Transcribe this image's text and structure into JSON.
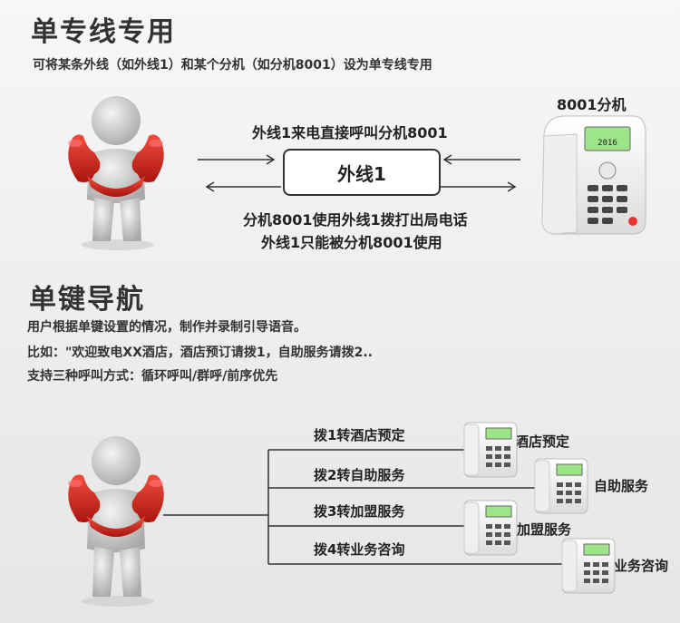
{
  "section1": {
    "title": "单专线专用",
    "desc": "可将某条外线（如外线1）和某个分机（如分机8001）设为单专线专用",
    "phone_label": "8001分机",
    "line_label": "外线1",
    "top_caption": "外线1来电直接呼叫分机8001",
    "bottom_caption_1": "分机8001使用外线1拨打出局电话",
    "bottom_caption_2": "外线1只能被分机8001使用",
    "phone_screen": "2016"
  },
  "section2": {
    "title": "单键导航",
    "desc_lines": [
      "用户根据单键设置的情况，制作并录制引导语音。",
      "比如：\"欢迎致电XX酒店，酒店预订请拨1，自助服务请拨2..",
      "支持三种呼叫方式：循环呼叫/群呼/前序优先"
    ],
    "branches": [
      {
        "key_label": "拨1转酒店预定",
        "dest": "酒店预定"
      },
      {
        "key_label": "拨2转自助服务",
        "dest": "自助服务"
      },
      {
        "key_label": "拨3转加盟服务",
        "dest": "加盟服务"
      },
      {
        "key_label": "拨4转业务咨询",
        "dest": "业务咨询"
      }
    ]
  },
  "colors": {
    "receiver": "#d42a22",
    "figure": "#d6d6d6",
    "line": "#333333"
  }
}
